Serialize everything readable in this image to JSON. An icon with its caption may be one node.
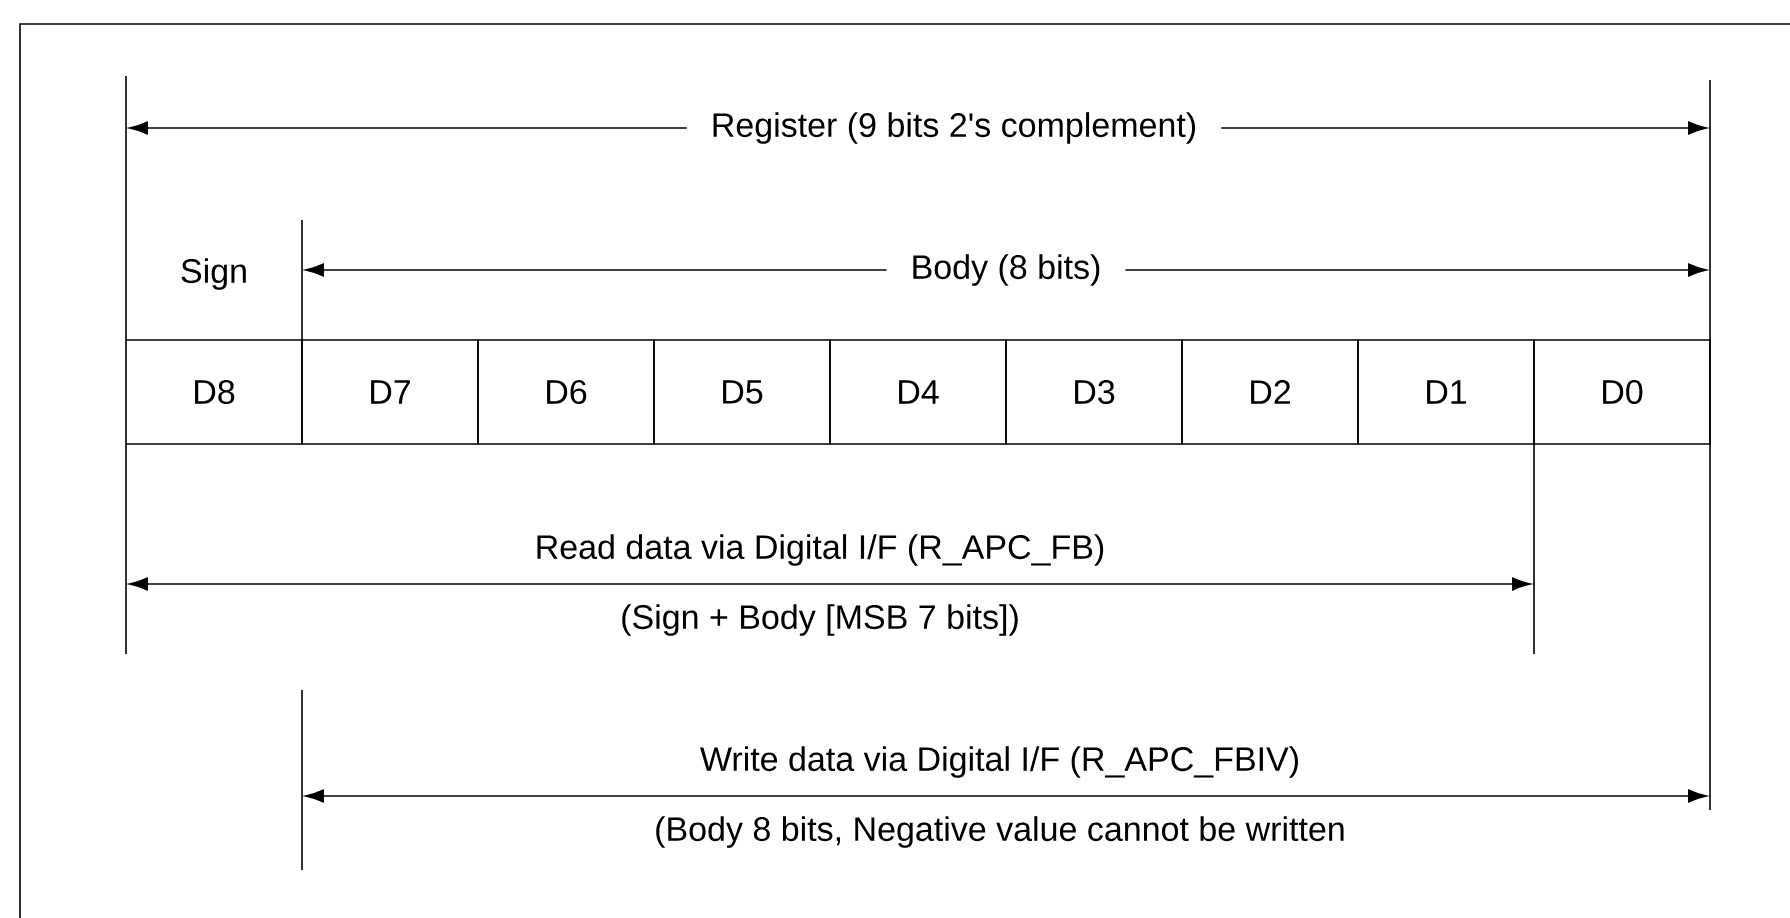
{
  "diagram": {
    "nodes": [
      {
        "text": [
          "D8"
        ]
      },
      {
        "text": [
          "D7"
        ]
      },
      {
        "text": [
          "D6"
        ]
      },
      {
        "text": [
          "D5"
        ]
      },
      {
        "text": [
          "D4"
        ]
      },
      {
        "text": [
          "D3"
        ]
      },
      {
        "text": [
          "D2"
        ]
      },
      {
        "text": [
          "D1"
        ]
      },
      {
        "text": [
          "D0"
        ]
      }
    ],
    "labels": [
      "Register (9 bits 2's complement)",
      "Sign",
      "Body (8 bits)",
      "Read data via Digital I/F (R_APC_FB)",
      "(Sign + Body [MSB 7 bits])",
      "Write data via Digital I/F (R_APC_FBIV)",
      "(Body 8 bits, Negative value cannot be written"
    ]
  }
}
